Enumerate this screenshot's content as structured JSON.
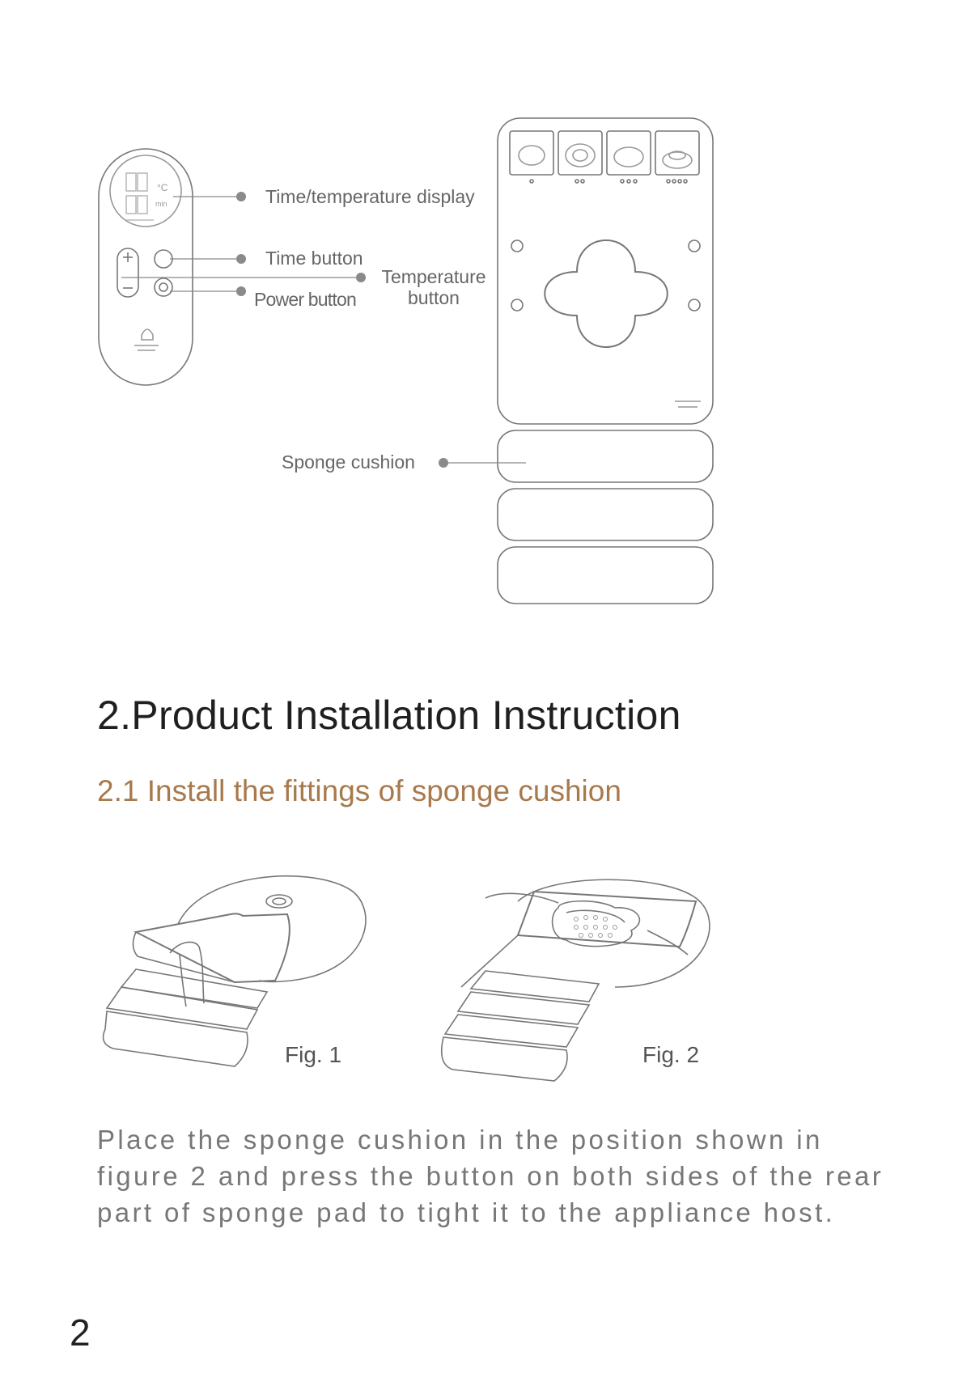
{
  "labels": {
    "display": "Time/temperature display",
    "time_button": "Time button",
    "temperature_button": "Temperature",
    "temperature_button_2": "button",
    "power_button": "Power button",
    "sponge_cushion": "Sponge cushion"
  },
  "remote_screen": {
    "unit_temp": "°C",
    "unit_time": "min"
  },
  "section": {
    "title": "2.Product Installation Instruction",
    "subtitle": "2.1  Install the fittings of sponge cushion"
  },
  "figures": {
    "fig1": "Fig. 1",
    "fig2": "Fig. 2"
  },
  "body": "Place the sponge cushion in the position shown in figure 2 and press the button on both sides of the rear part of sponge pad to tight it to the appliance host.",
  "page_number": "2",
  "colors": {
    "heading": "#1f1f1f",
    "subheading": "#a8794c",
    "line": "#777777",
    "dot": "#8a8a8a"
  }
}
